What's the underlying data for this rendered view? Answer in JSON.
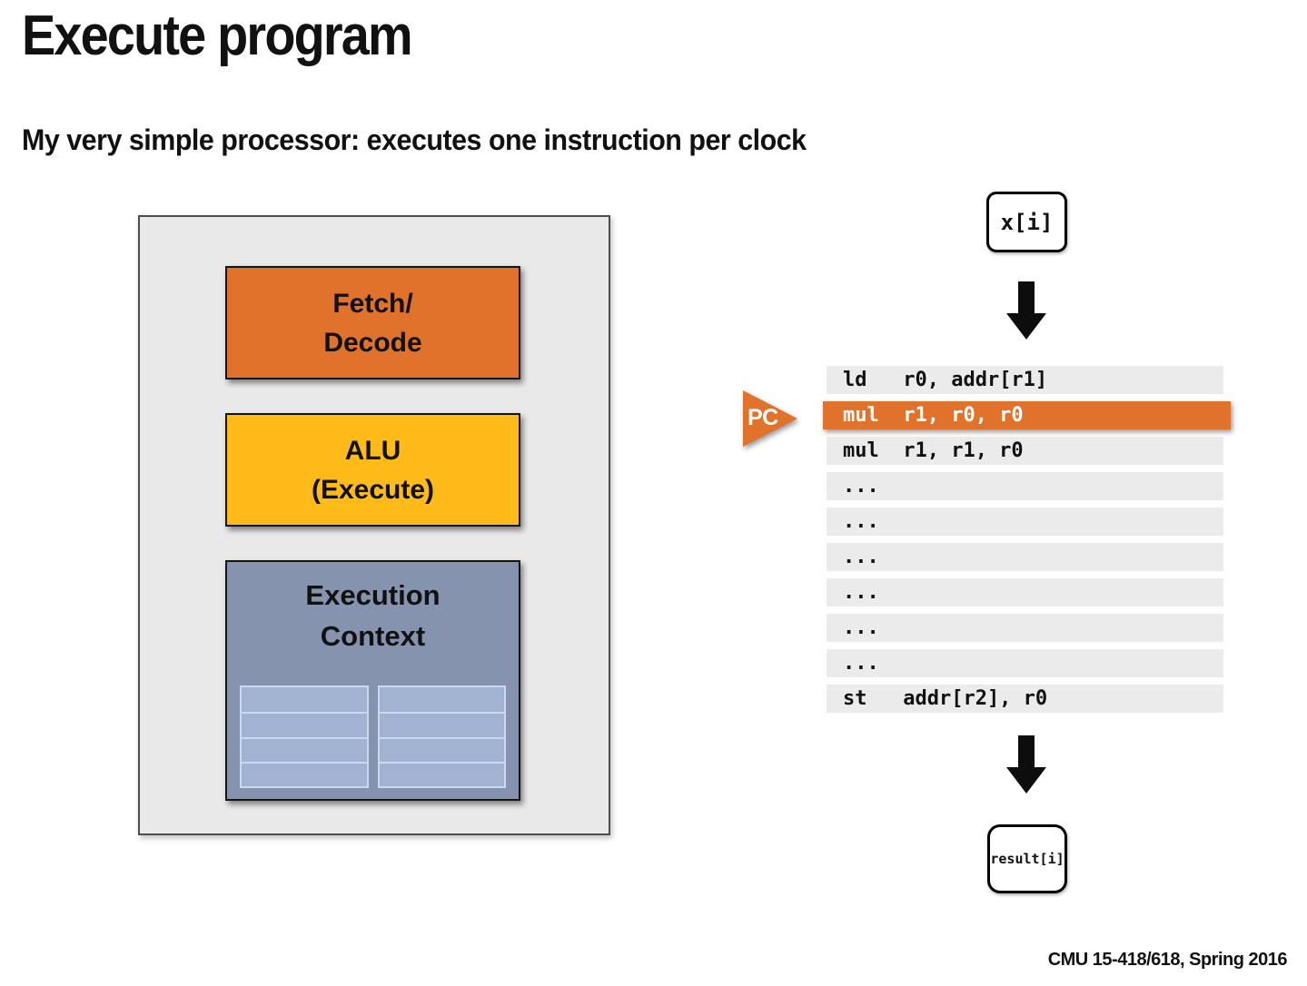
{
  "slide": {
    "title": "Execute program",
    "subtitle": "My very simple processor: executes one instruction per clock",
    "footer": "CMU 15-418/618, Spring 2016"
  },
  "processor": {
    "fetch_decode": {
      "line1": "Fetch/",
      "line2": "Decode"
    },
    "alu": {
      "line1": "ALU",
      "line2": "(Execute)"
    },
    "execution_context": {
      "line1": "Execution",
      "line2": "Context"
    },
    "register_file": {
      "tables": 2,
      "rows_per_table": 4
    }
  },
  "program": {
    "input_label": "x[i]",
    "pc_label": "PC",
    "pc_row_index": 1,
    "instructions": [
      "ld   r0, addr[r1]",
      "mul  r1, r0, r0",
      "mul  r1, r1, r0",
      "...",
      "...",
      "...",
      "...",
      "...",
      "...",
      "st   addr[r2], r0"
    ],
    "output_label": "result[i]"
  },
  "colors": {
    "accent_orange": "#E0722B",
    "accent_yellow": "#FFBB1A",
    "context_blue": "#8593AF",
    "register_blue": "#A2B2D2",
    "register_border": "#CBD8F0",
    "row_gray": "#EBEBEB",
    "panel_gray": "#E9E9E9",
    "ink": "#111111"
  }
}
